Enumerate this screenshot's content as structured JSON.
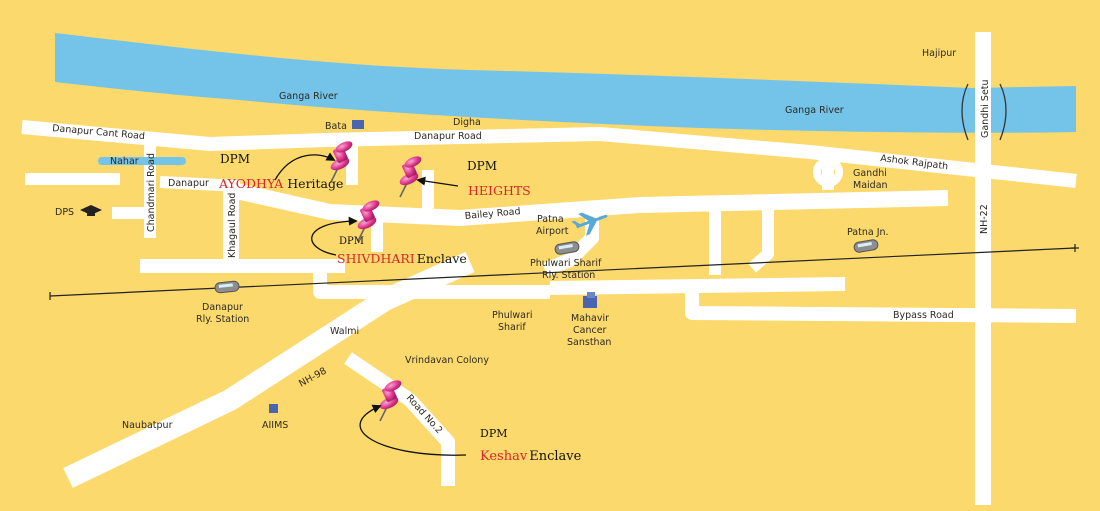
{
  "map": {
    "river": {
      "name_left": "Ganga River",
      "name_right": "Ganga River"
    },
    "places": {
      "hajipur": "Hajipur",
      "digha": "Digha",
      "bata": "Bata",
      "nahar": "Nahar",
      "danapur": "Danapur",
      "dps": "DPS",
      "gandhi_maidan": [
        "Gandhi",
        "Maidan"
      ],
      "patna_airport": [
        "Patna",
        "Airport"
      ],
      "patna_jn": "Patna Jn.",
      "phulwari_station": [
        "Phulwari Sharif",
        "Rly. Station"
      ],
      "danapur_station": [
        "Danapur",
        "Rly. Station"
      ],
      "walmi": "Walmi",
      "phulwari_sharif": [
        "Phulwari",
        "Sharif"
      ],
      "mahavir_cancer": [
        "Mahavir",
        "Cancer",
        "Sansthan"
      ],
      "vrindavan_colony": "Vrindavan Colony",
      "naubatpur": "Naubatpur",
      "aiims": "AIIMS"
    },
    "roads": {
      "danapur_cant_road": "Danapur Cant Road",
      "danapur_road": "Danapur Road",
      "ashok_rajpath": "Ashok Rajpath",
      "gandhi_setu": "Gandhi Setu",
      "chandmari_road": "Chandmari Road",
      "khagaul_road": "Khagaul Road",
      "bailey_road": "Bailey Road",
      "nh22": "NH-22",
      "bypass_road": "Bypass Road",
      "nh98": "NH-98",
      "road_no2": "Road No.2"
    },
    "projects": {
      "ayodhya": {
        "dev": "DPM",
        "name": "AYODHYA",
        "suffix": "Heritage"
      },
      "heights": {
        "dev": "DPM",
        "name": "HEIGHTS"
      },
      "shivdhari": {
        "dev": "DPM",
        "name": "SHIVDHARI",
        "suffix": "Enclave"
      },
      "keshav": {
        "dev": "DPM",
        "name": "Keshav",
        "suffix": "Enclave"
      }
    },
    "colors": {
      "background": "#fbd96c",
      "river": "#74c4ea",
      "road": "#ffffff",
      "project_red": "#d8262b",
      "pin": "#e0358f"
    }
  }
}
